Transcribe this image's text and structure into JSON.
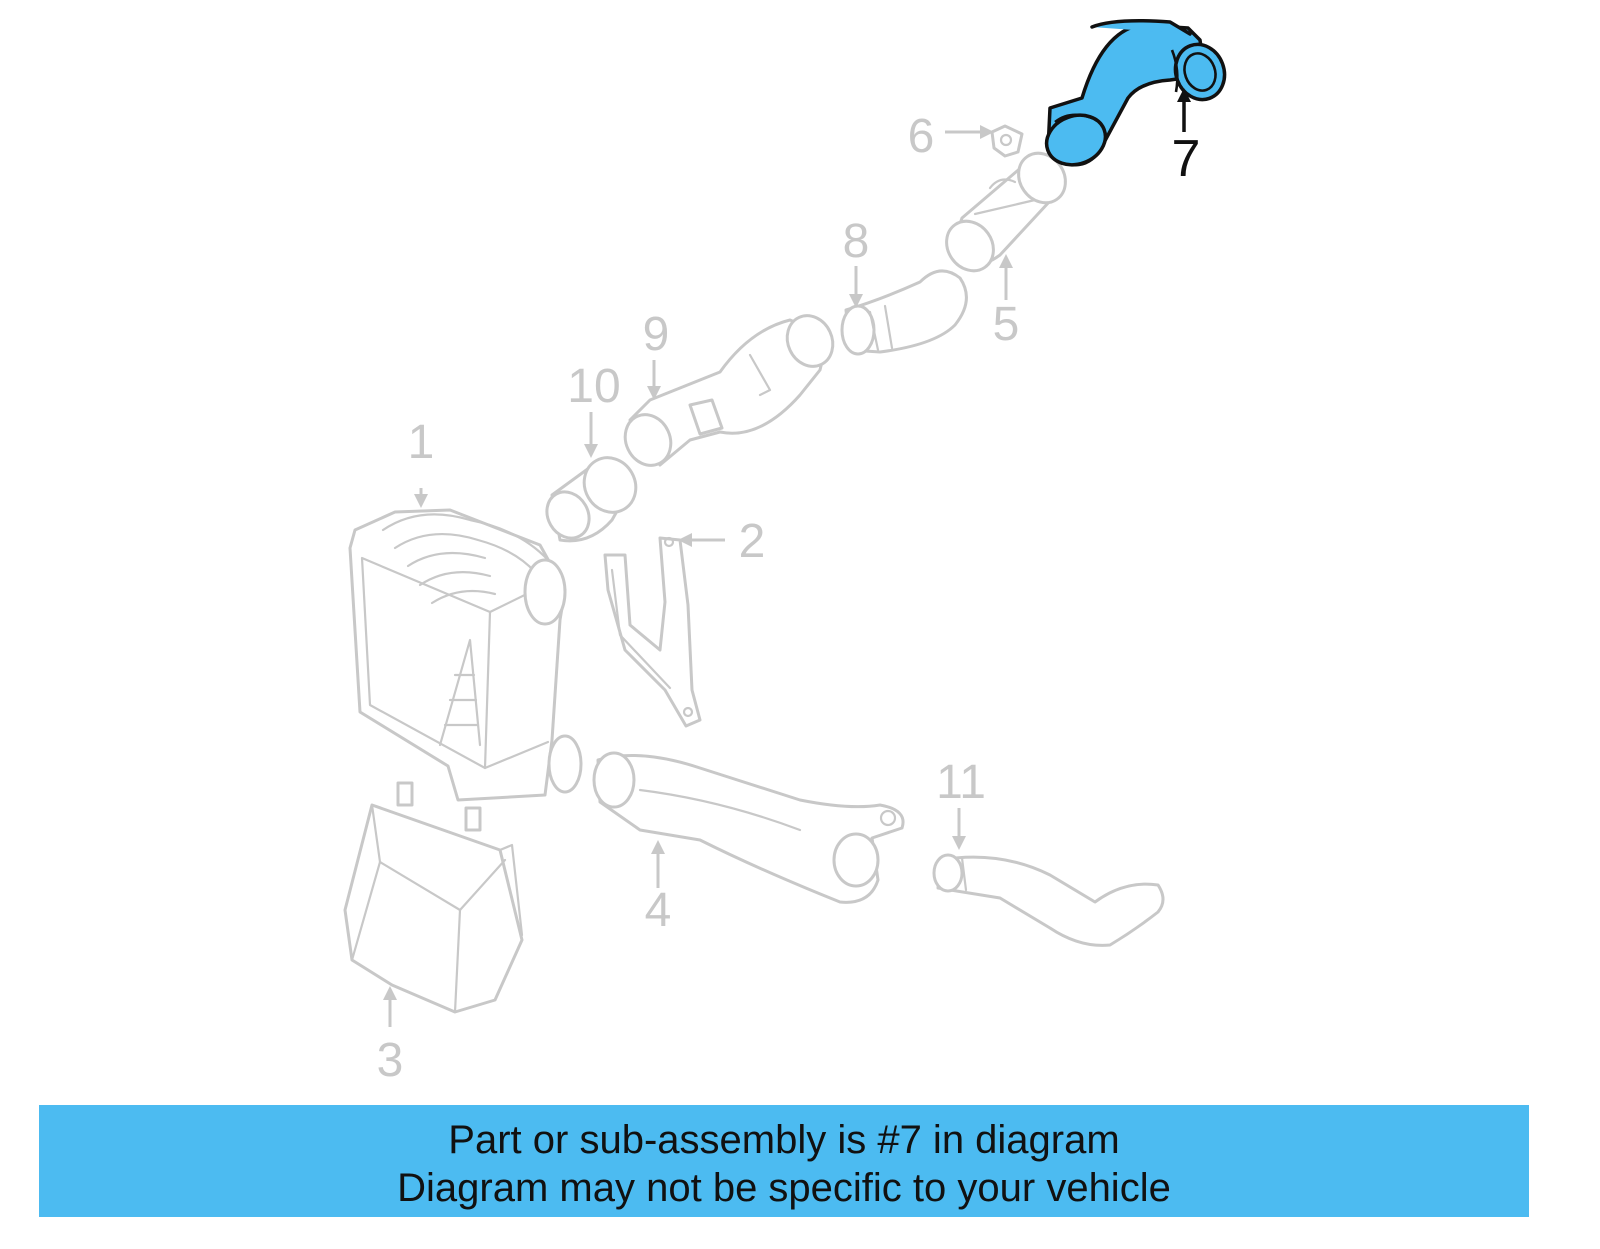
{
  "callouts": [
    "1",
    "2",
    "3",
    "4",
    "5",
    "6",
    "7",
    "8",
    "9",
    "10",
    "11"
  ],
  "highlighted_callout": "7",
  "colors": {
    "highlight_fill": "#4cbbf1",
    "outline": "#c8c8c8",
    "highlight_outline": "#111111"
  },
  "banner": {
    "line1": "Part or sub-assembly is #7 in diagram",
    "line2": "Diagram may not be specific to your vehicle"
  }
}
